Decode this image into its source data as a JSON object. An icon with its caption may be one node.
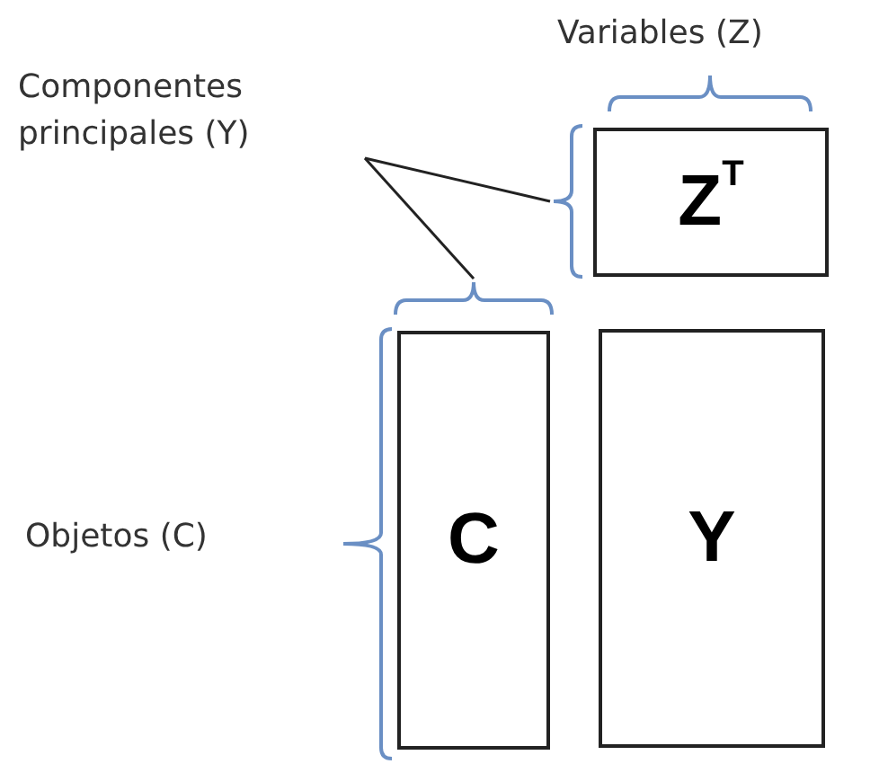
{
  "diagram": {
    "nodes": [
      {
        "text": [
          "Componentes principales (Y)"
        ]
      },
      {
        "text": [],
        "shape": "bracket"
      },
      {
        "text": [
          "Z$^{T}$"
        ]
      },
      {
        "text": [],
        "shape": "bracket"
      },
      {
        "text": [
          "C"
        ]
      },
      {
        "text": [
          "Y"
        ]
      }
    ],
    "edges": [
      {
        "from": 0,
        "to": 1,
        "arrow": "none"
      },
      {
        "from": 0,
        "to": 3,
        "arrow": "none"
      }
    ],
    "labels": [
      "Variables (Z)",
      "Objetos (C)"
    ]
  }
}
